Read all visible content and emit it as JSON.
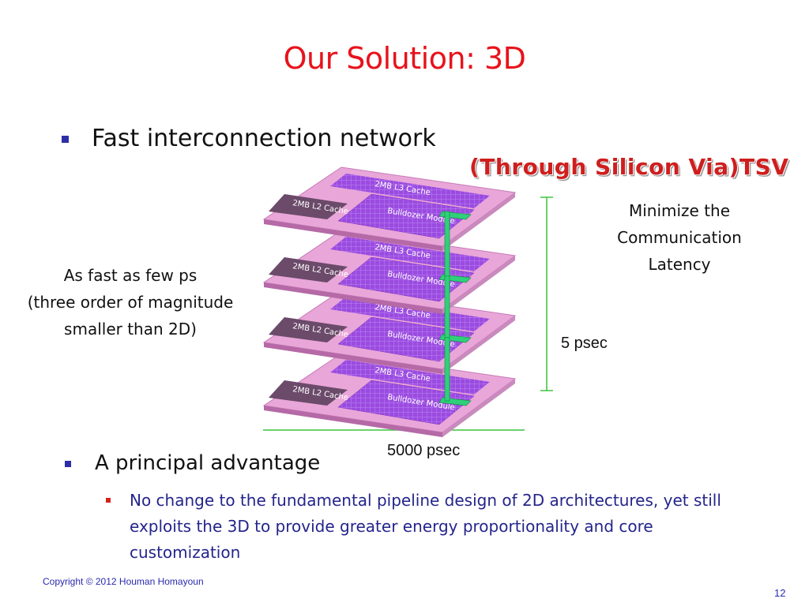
{
  "slide": {
    "title": "Our Solution: 3D",
    "bullet1": "Fast interconnection network",
    "tsv_label": "(Through Silicon Via)TSV",
    "minimize_lines": [
      "Minimize the",
      "Communication",
      "Latency"
    ],
    "fast_lines": [
      "As fast as few ps",
      "(three order of magnitude",
      "smaller than 2D)"
    ],
    "vertical_measure": "5 psec",
    "horizontal_measure": "5000 psec",
    "bullet2": "A principal advantage",
    "sub_bullet": "No change to the fundamental pipeline design of 2D architectures, yet still exploits the 3D to provide greater energy proportionality and core customization",
    "copyright": "Copyright © 2012 Houman Homayoun",
    "page_number": "12"
  },
  "die_labels": {
    "l3": "2MB L3 Cache",
    "l2": "2MB L2 Cache",
    "module": "Bulldozer Module"
  },
  "colors": {
    "title": "#e8121b",
    "bullet": "#2d2ea6",
    "sub_text": "#24248c",
    "tsv_text": "#cf1e1e",
    "measure_line": "#3cc43c",
    "tsv_column": "#2fd07a",
    "die_purple": "#8f3bd6",
    "die_pink": "#e9a6d8"
  }
}
